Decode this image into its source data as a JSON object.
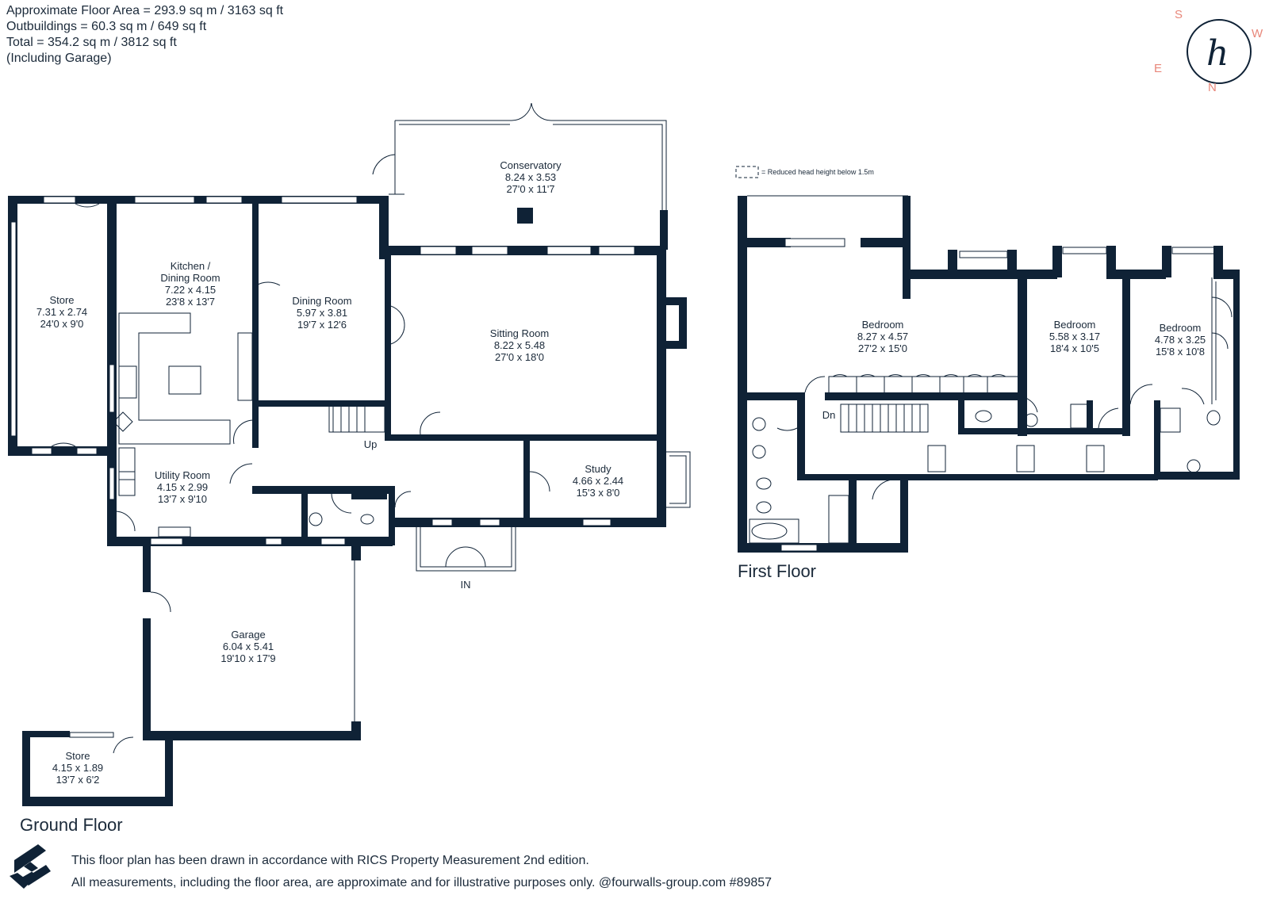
{
  "summary": {
    "floor_area": "Approximate Floor Area = 293.9 sq m / 3163 sq ft",
    "outbuildings": "Outbuildings = 60.3 sq m / 649 sq ft",
    "total": "Total = 354.2 sq m / 3812 sq ft",
    "note": "(Including Garage)"
  },
  "legend": {
    "reduced_head_height": "= Reduced head height below 1.5m"
  },
  "compass": {
    "s": "S",
    "w": "W",
    "e": "E",
    "n": "N",
    "logo_letter": "h"
  },
  "ground_floor": {
    "label": "Ground Floor",
    "rooms": {
      "store1": {
        "name": "Store",
        "metric": "7.31 x 2.74",
        "imperial": "24'0 x 9'0"
      },
      "kitchen": {
        "name1": "Kitchen /",
        "name2": "Dining Room",
        "metric": "7.22 x 4.15",
        "imperial": "23'8 x 13'7"
      },
      "dining": {
        "name": "Dining Room",
        "metric": "5.97 x 3.81",
        "imperial": "19'7 x 12'6"
      },
      "conservatory": {
        "name": "Conservatory",
        "metric": "8.24 x 3.53",
        "imperial": "27'0 x 11'7"
      },
      "sitting": {
        "name": "Sitting Room",
        "metric": "8.22 x 5.48",
        "imperial": "27'0 x 18'0"
      },
      "utility": {
        "name": "Utility Room",
        "metric": "4.15 x 2.99",
        "imperial": "13'7 x 9'10"
      },
      "study": {
        "name": "Study",
        "metric": "4.66 x 2.44",
        "imperial": "15'3 x 8'0"
      },
      "garage": {
        "name": "Garage",
        "metric": "6.04 x 5.41",
        "imperial": "19'10 x 17'9"
      },
      "store2": {
        "name": "Store",
        "metric": "4.15 x 1.89",
        "imperial": "13'7 x 6'2"
      }
    },
    "up_label": "Up",
    "in_label": "IN"
  },
  "first_floor": {
    "label": "First Floor",
    "rooms": {
      "bed1": {
        "name": "Bedroom",
        "metric": "8.27 x 4.57",
        "imperial": "27'2 x 15'0"
      },
      "bed2": {
        "name": "Bedroom",
        "metric": "5.58 x 3.17",
        "imperial": "18'4 x 10'5"
      },
      "bed3": {
        "name": "Bedroom",
        "metric": "4.78 x 3.25",
        "imperial": "15'8 x 10'8"
      }
    },
    "dn_label": "Dn"
  },
  "footer": {
    "line1": "This floor plan has been drawn in accordance with RICS Property Measurement 2nd edition.",
    "line2": "All measurements, including the floor area, are approximate and for illustrative purposes only. @fourwalls-group.com #89857"
  },
  "colors": {
    "wall": "#0f2236",
    "text": "#1b2a3a",
    "compass_dirs": "#e8877a"
  }
}
